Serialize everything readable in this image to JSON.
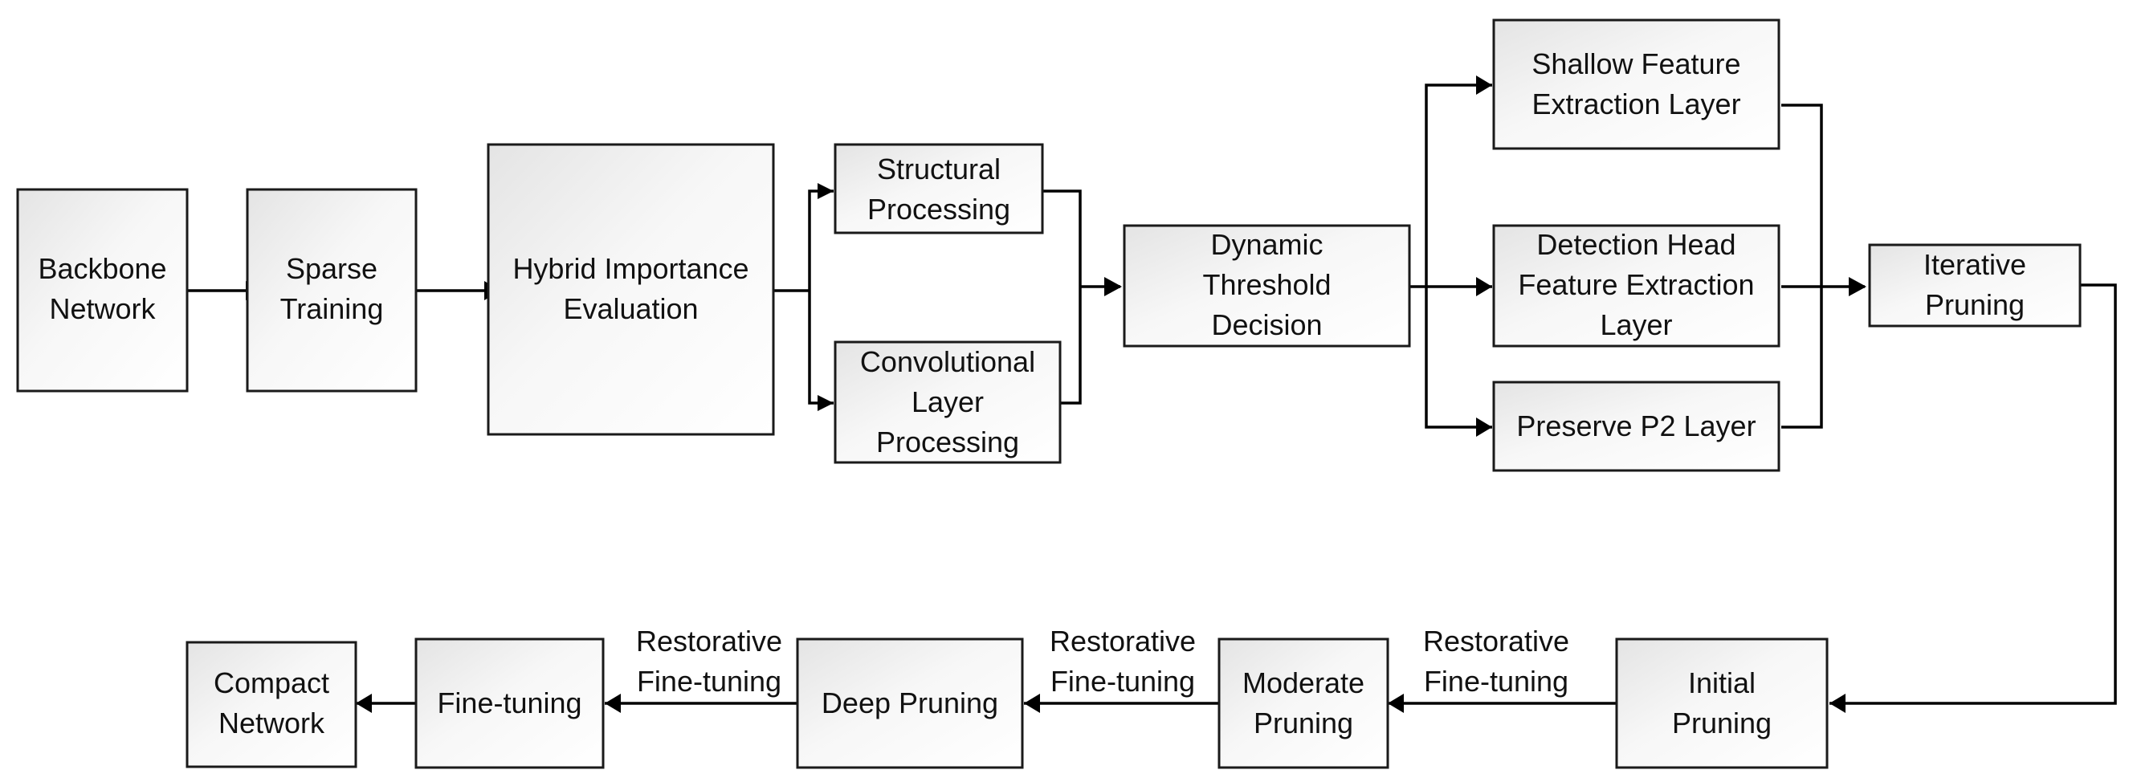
{
  "nodes": [
    {
      "id": "backbone",
      "lines": [
        "Backbone",
        "Network"
      ]
    },
    {
      "id": "sparse",
      "lines": [
        "Sparse",
        "Training"
      ]
    },
    {
      "id": "hybrid",
      "lines": [
        "Hybrid Importance",
        "Evaluation"
      ]
    },
    {
      "id": "structural",
      "lines": [
        "Structural",
        "Processing"
      ]
    },
    {
      "id": "conv",
      "lines": [
        "Convolutional",
        "Layer",
        "Processing"
      ]
    },
    {
      "id": "dynamic",
      "lines": [
        "Dynamic",
        "Threshold",
        "Decision"
      ]
    },
    {
      "id": "shallow",
      "lines": [
        "Shallow Feature",
        "Extraction Layer"
      ]
    },
    {
      "id": "detection",
      "lines": [
        "Detection Head",
        "Feature Extraction",
        "Layer"
      ]
    },
    {
      "id": "preserve",
      "lines": [
        "Preserve P2 Layer"
      ]
    },
    {
      "id": "iterative",
      "lines": [
        "Iterative",
        "Pruning"
      ]
    },
    {
      "id": "initial",
      "lines": [
        "Initial",
        "Pruning"
      ]
    },
    {
      "id": "moderate",
      "lines": [
        "Moderate",
        "Pruning"
      ]
    },
    {
      "id": "deep",
      "lines": [
        "Deep Pruning"
      ]
    },
    {
      "id": "finetune",
      "lines": [
        "Fine-tuning"
      ]
    },
    {
      "id": "compact",
      "lines": [
        "Compact",
        "Network"
      ]
    }
  ],
  "edge_labels": [
    {
      "id": "restore-1",
      "lines": [
        "Restorative",
        "Fine-tuning"
      ]
    },
    {
      "id": "restore-2",
      "lines": [
        "Restorative",
        "Fine-tuning"
      ]
    },
    {
      "id": "restore-3",
      "lines": [
        "Restorative",
        "Fine-tuning"
      ]
    }
  ]
}
